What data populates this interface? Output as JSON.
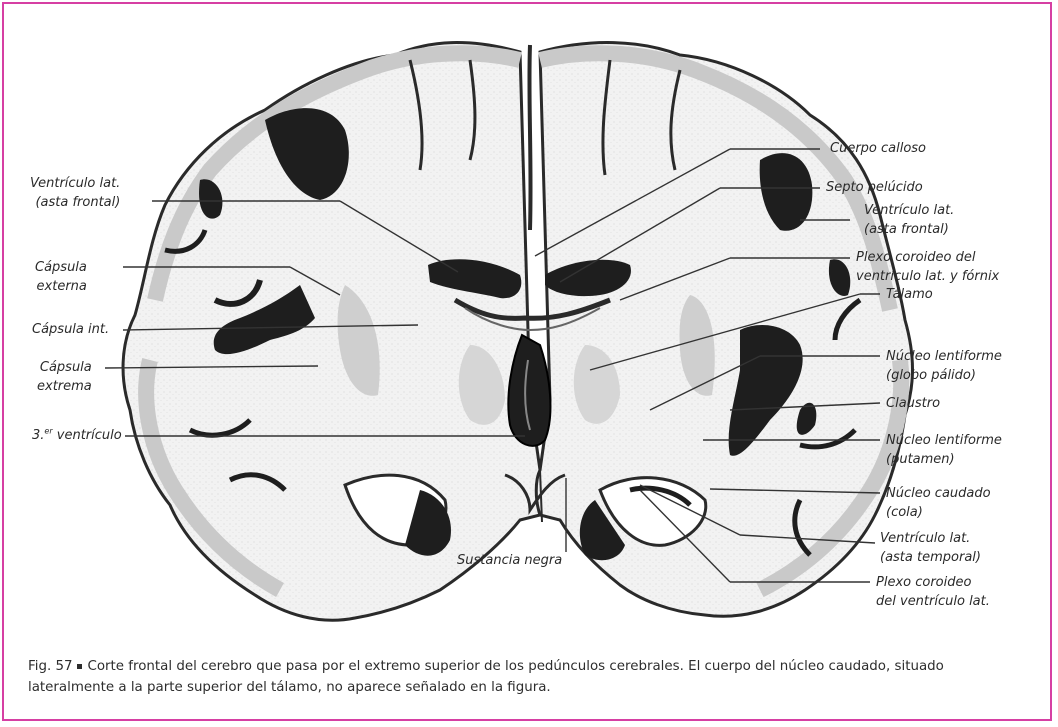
{
  "labels": {
    "cuerpo_calloso": "Cuerpo calloso",
    "septo_pelucido": "Septo pelúcido",
    "ventriculo_frontal_right_1": "Ventrículo lat.",
    "ventriculo_frontal_right_2": "(asta frontal)",
    "plexo_fornix_1": "Plexo coroideo del",
    "plexo_fornix_2": "ventrículo lat. y fórnix",
    "talamo": "Tálamo",
    "lentiforme_globo_1": "Núcleo lentiforme",
    "lentiforme_globo_2": "(globo pálido)",
    "claustro": "Claustro",
    "lentiforme_putamen_1": "Núcleo lentiforme",
    "lentiforme_putamen_2": "(putamen)",
    "caudado_cola_1": "Núcleo caudado",
    "caudado_cola_2": "(cola)",
    "ventriculo_temporal_1": "Ventrículo lat.",
    "ventriculo_temporal_2": "(asta temporal)",
    "plexo_lat_1": "Plexo coroideo",
    "plexo_lat_2": "del ventrículo lat.",
    "ventriculo_frontal_left_1": "Ventrículo lat.",
    "ventriculo_frontal_left_2": "(asta frontal)",
    "capsula_externa_1": "Cápsula",
    "capsula_externa_2": "externa",
    "capsula_int": "Cápsula int.",
    "capsula_extrema_1": "Cápsula",
    "capsula_extrema_2": "extrema",
    "tercer_ventriculo_num": "3.",
    "tercer_ventriculo_sup": "er",
    "tercer_ventriculo_word": " ventrículo",
    "sustancia_negra": "Sustancia negra"
  },
  "caption": {
    "fig_label": "Fig. 57",
    "text": "Corte frontal del cerebro que pasa por el extremo superior de los pedúnculos cerebrales. El cuerpo del núcleo caudado, situado lateralmente a la parte superior del tálamo, no aparece señalado en la figura."
  },
  "colors": {
    "frame": "#d63fa3",
    "gray_matter": "#c9c9c9",
    "dark": "#1e1e1e"
  }
}
